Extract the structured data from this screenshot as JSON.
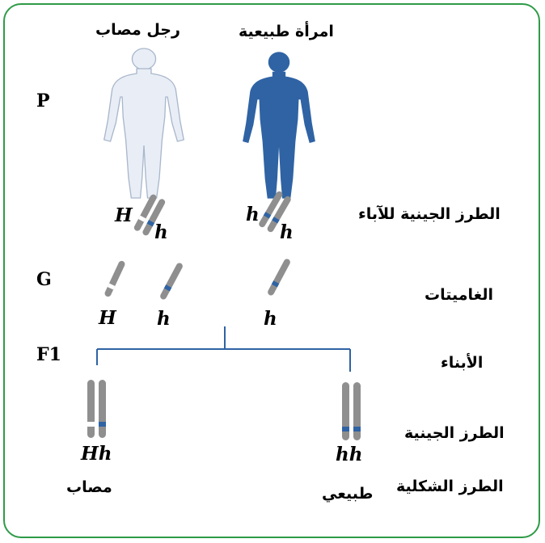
{
  "headers": {
    "affected_man": "رجل مصاب",
    "normal_woman": "امرأة طبيعية"
  },
  "generations": {
    "p": "P",
    "g": "G",
    "f1": "F1"
  },
  "row_labels": {
    "parents_genotype": "الطرز الجينية للآباء",
    "gametes": "الغاميتات",
    "offspring": "الأبناء",
    "genotype": "الطرز الجينية",
    "phenotype": "الطرز الشكلية"
  },
  "alleles": {
    "man_left": "H",
    "man_right": "h",
    "woman_left": "h",
    "woman_right": "h",
    "gamete_1": "H",
    "gamete_2": "h",
    "gamete_3": "h",
    "child_1_genotype": "Hh",
    "child_2_genotype": "hh"
  },
  "phenotypes": {
    "child_1": "مصاب",
    "child_2": "طبيعي"
  },
  "colors": {
    "border": "#2e9b47",
    "affected_figure_fill": "#e9eef6",
    "affected_figure_stroke": "#a9b7cc",
    "normal_figure": "#2f63a4",
    "chromosome": "#8f8f8f",
    "recessive_band": "#2f63a4",
    "dominant_band": "#ffffff",
    "cross_line": "#2f63a4"
  }
}
